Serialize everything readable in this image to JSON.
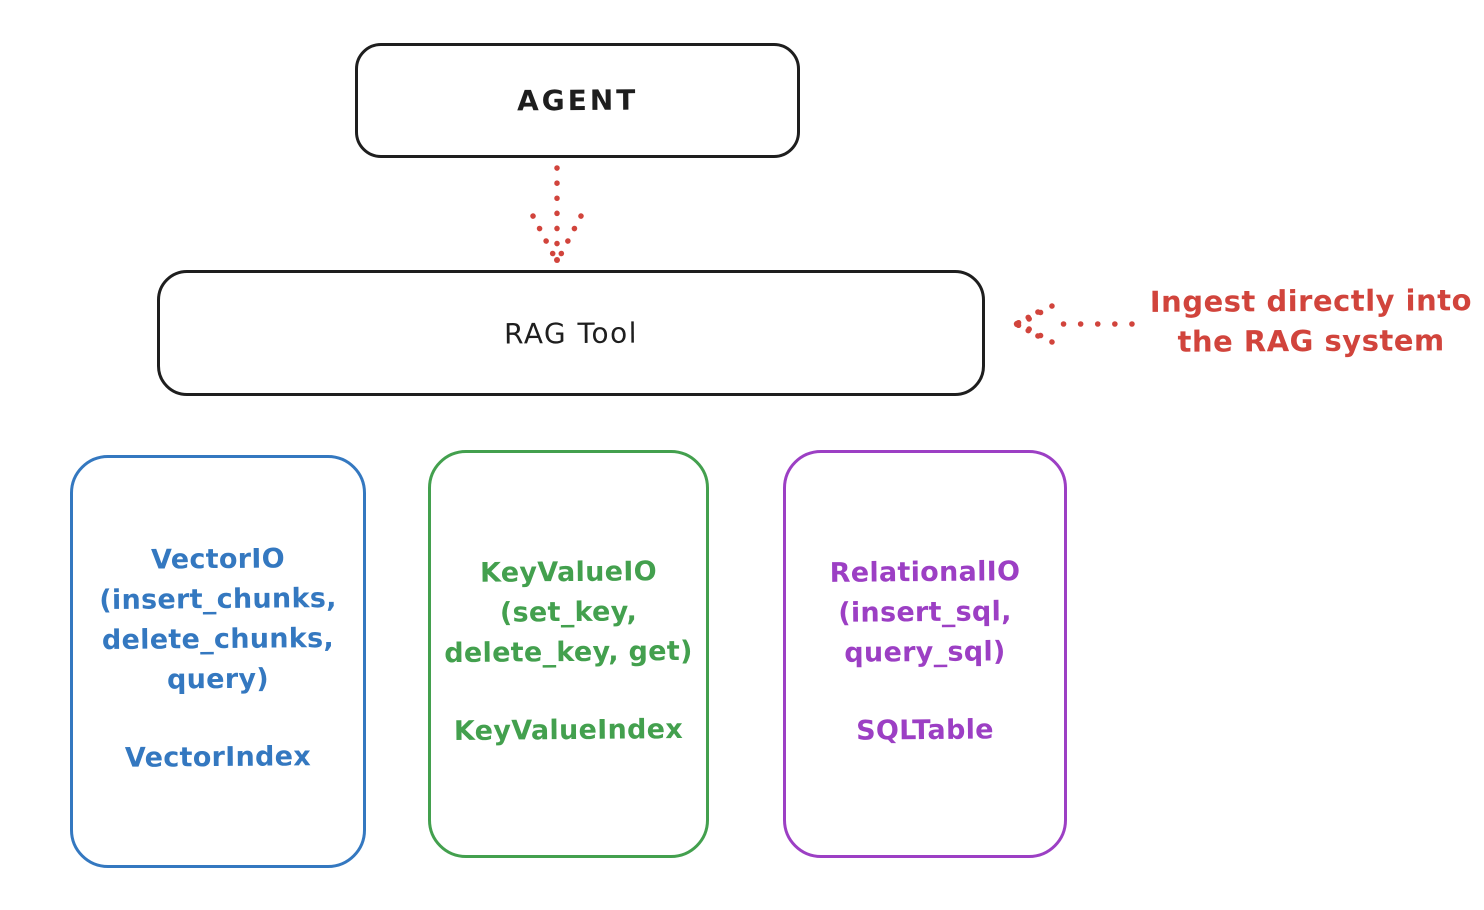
{
  "agent": {
    "label": "AGENT"
  },
  "rag_tool": {
    "label": "RAG Tool"
  },
  "annotation": {
    "line1": "Ingest directly into",
    "line2": "the RAG system"
  },
  "io_boxes": [
    {
      "name": "VectorIO",
      "lines": [
        "VectorIO",
        "(insert_chunks,",
        "delete_chunks,",
        "query)"
      ],
      "index_label": "VectorIndex",
      "color": "#3478c0"
    },
    {
      "name": "KeyValueIO",
      "lines": [
        "KeyValueIO",
        "(set_key,",
        "delete_key, get)"
      ],
      "index_label": "KeyValueIndex",
      "color": "#43a04e"
    },
    {
      "name": "RelationalIO",
      "lines": [
        "RelationalIO",
        "(insert_sql,",
        "query_sql)"
      ],
      "index_label": "SQLTable",
      "color": "#9c3fc4"
    }
  ],
  "palette": {
    "stroke_black": "#1e1e1e",
    "arrow_red": "#d1443c",
    "blue": "#3478c0",
    "green": "#43a04e",
    "purple": "#9c3fc4",
    "background": "#ffffff"
  }
}
